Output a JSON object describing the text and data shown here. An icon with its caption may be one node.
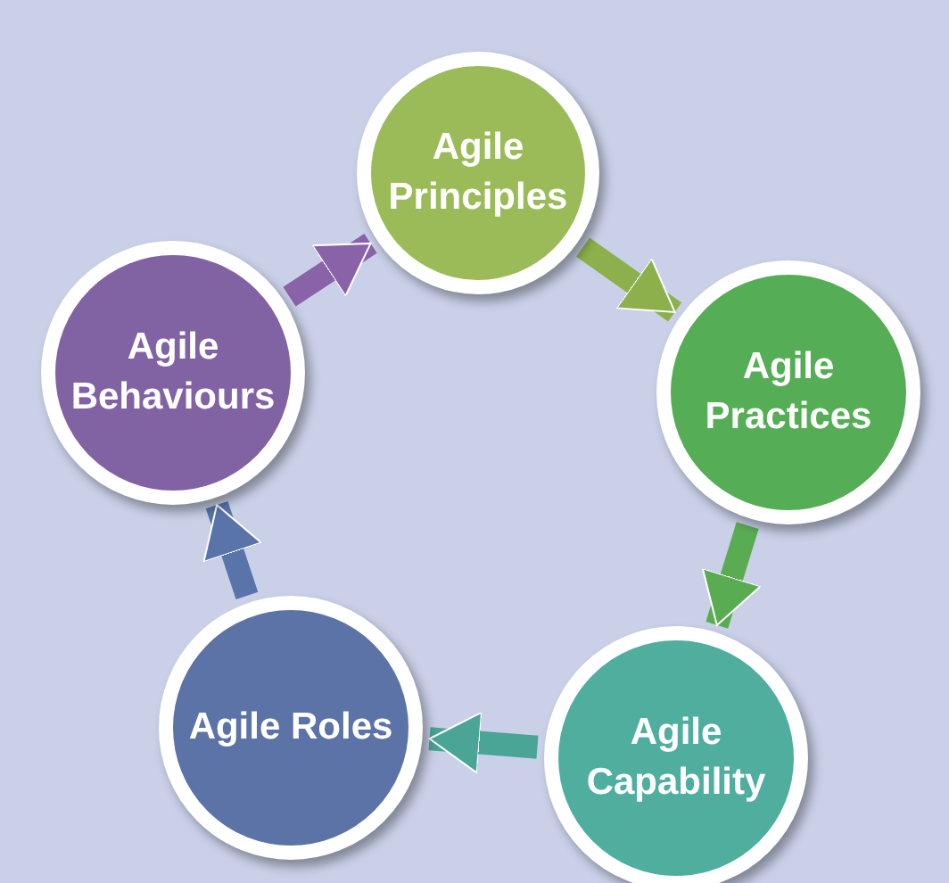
{
  "diagram": {
    "nodes": [
      {
        "text": [
          "Agile Principles"
        ]
      },
      {
        "text": [
          "Agile Practices"
        ]
      },
      {
        "text": [
          "Agile Capability"
        ]
      },
      {
        "text": [
          "Agile Roles"
        ]
      },
      {
        "text": [
          "Agile Behaviours"
        ]
      }
    ],
    "edges": [
      {
        "from": 0,
        "to": 1,
        "arrow": "to",
        "color": "#8db04c"
      },
      {
        "from": 1,
        "to": 2,
        "arrow": "to",
        "color": "#5aac52"
      },
      {
        "from": 2,
        "to": 3,
        "arrow": "to",
        "color": "#4aa596"
      },
      {
        "from": 3,
        "to": 4,
        "arrow": "to",
        "color": "#5874a8"
      },
      {
        "from": 4,
        "to": 0,
        "arrow": "to",
        "color": "#8a62a8"
      }
    ]
  }
}
